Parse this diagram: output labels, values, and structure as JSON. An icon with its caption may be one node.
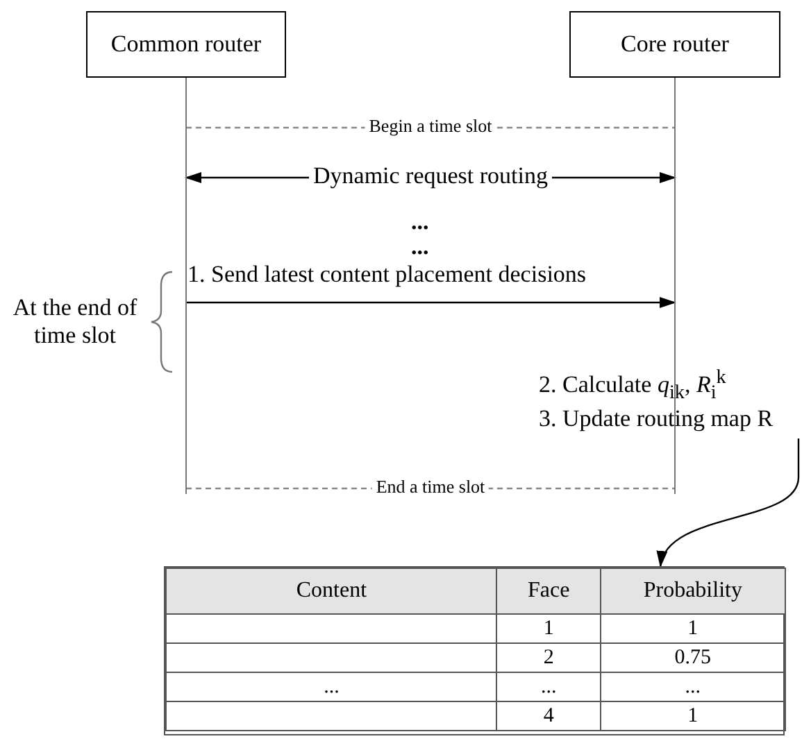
{
  "diagram": {
    "nodes": [
      {
        "text": [
          "Common  router"
        ]
      },
      {
        "text": [
          "Core  router"
        ]
      },
      {
        "text": [
          "2. Calculate *q*$_{ik}$, *R*$_{i}$$^{k}$"
        ]
      },
      {
        "text": [
          "3. Update routing map R"
        ]
      },
      {
        "text": [],
        "shape": "box"
      }
    ],
    "edges": [
      {
        "from": 0,
        "to": 1,
        "arrow": "none",
        "style": "dashed",
        "color": "#888888",
        "label": "Begin a time slot"
      },
      {
        "from": 0,
        "to": 1,
        "arrow": "both",
        "label": "Dynamic request routing"
      },
      {
        "from": 0,
        "to": 1,
        "arrow": "to",
        "label": "1. Send latest content placement decisions"
      },
      {
        "from": 0,
        "to": 1,
        "arrow": "none",
        "style": "dashed",
        "color": "#888888",
        "label": "End a time slot"
      },
      {
        "from": 3,
        "to": 4,
        "arrow": "to"
      }
    ],
    "labels": [
      "...",
      "...",
      "At the end of time slot",
      "Content",
      "Face",
      "Probability",
      "1",
      "1",
      "2",
      "0.75",
      "...",
      "...",
      "...",
      "4",
      "1"
    ]
  }
}
